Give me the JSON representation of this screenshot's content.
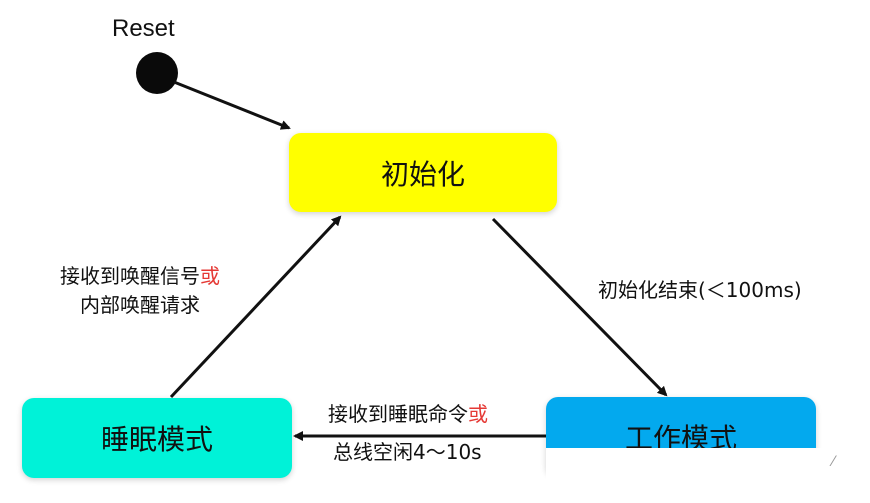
{
  "reset": {
    "label": "Reset"
  },
  "states": {
    "init": {
      "label": "初始化",
      "color": "#ffff00"
    },
    "sleep": {
      "label": "睡眠模式",
      "color": "#00f2d8"
    },
    "work": {
      "label": "工作模式",
      "color": "#03a9ee"
    }
  },
  "transitions": {
    "sleep_to_init": {
      "line1": "接收到唤醒信号",
      "line1_or": "或",
      "line2": "内部唤醒请求"
    },
    "init_to_work": {
      "label": "初始化结束(＜100ms)"
    },
    "work_to_sleep": {
      "line1": "接收到睡眠命令",
      "line1_or": "或",
      "line2": "总线空闲4～10s"
    }
  },
  "watermark": "⁄"
}
